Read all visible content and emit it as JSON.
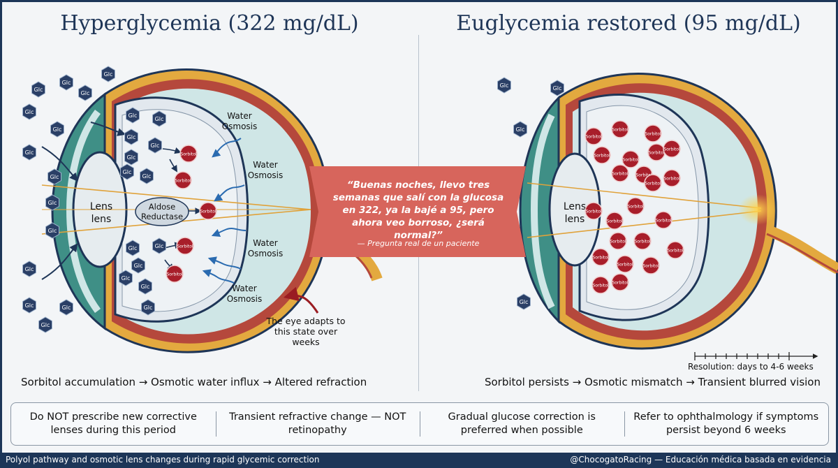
{
  "titles": {
    "left": "Hyperglycemia (322 mg/dL)",
    "right": "Euglycemia restored (95 mg/dL)"
  },
  "molecules": {
    "glucose": "Glc",
    "sorbitol": "Sorbitol"
  },
  "labels": {
    "lens": "Lens",
    "water_osmosis": "Water\nOsmosis",
    "water": "Water",
    "osmosis": "Osmosis",
    "aldose_reductase_1": "Aldose",
    "aldose_reductase_2": "Reductase"
  },
  "quote": {
    "text": "“Buenas noches, llevo tres semanas que salí con la glucosa en 322, ya la bajé a 95, pero ahora veo borroso, ¿será normal?”",
    "attribution": "— Pregunta real de un paciente"
  },
  "adapt_note": "The eye adapts to this state over weeks",
  "resolution_label": "Resolution: days to 4-6 weeks",
  "captions": {
    "left": "Sorbitol accumulation → Osmotic water influx → Altered refraction",
    "right": "Sorbitol persists → Osmotic mismatch → Transient blurred vision"
  },
  "tips": [
    "Do NOT prescribe new corrective lenses during this period",
    "Transient refractive change — NOT retinopathy",
    "Gradual glucose correction is preferred when possible",
    "Refer to ophthalmology if symptoms persist beyond 6 weeks"
  ],
  "footer": {
    "left": "Polyol pathway and osmotic lens changes during rapid glycemic correction",
    "right": "@ChocogatoRacing — Educación médica basada en evidencia"
  },
  "colors": {
    "navy": "#1d3658",
    "glucose": "#2a3f66",
    "sorbitol": "#a81e2a",
    "quote_bg": "#d7655c",
    "vitreous": "#cfe6e6",
    "sclera": "#e3a93f"
  }
}
